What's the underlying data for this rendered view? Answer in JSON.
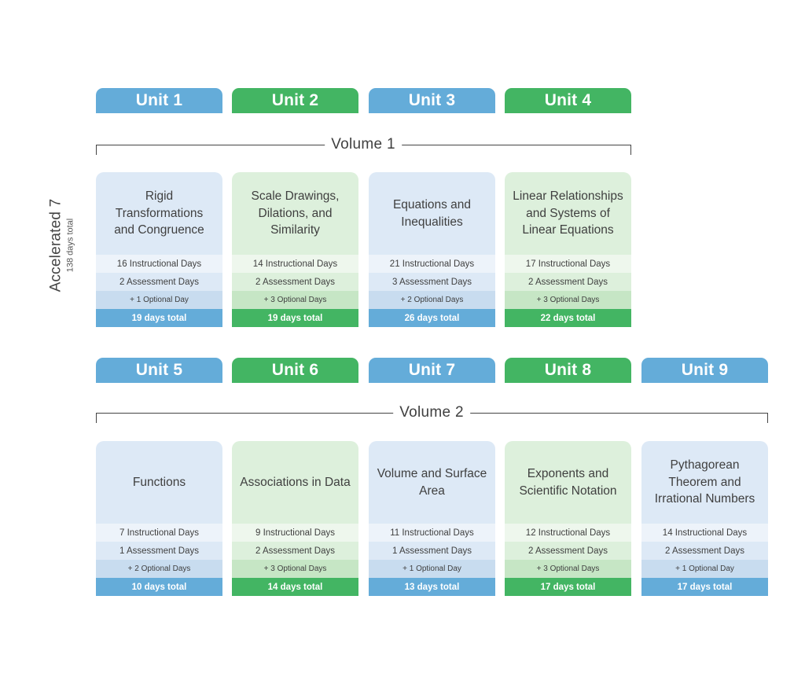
{
  "course": {
    "title": "Accelerated 7",
    "subtitle": "138 days total"
  },
  "volumes": [
    {
      "label": "Volume 1",
      "units": [
        {
          "tab": "Unit 1",
          "color": "blue",
          "title": "Rigid Transformations and Congruence",
          "instructional": "16 Instructional Days",
          "assessment": "2 Assessment Days",
          "optional": "+ 1 Optional Day",
          "total": "19 days total"
        },
        {
          "tab": "Unit 2",
          "color": "green",
          "title": "Scale Drawings, Dilations, and Similarity",
          "instructional": "14 Instructional Days",
          "assessment": "2 Assessment Days",
          "optional": "+ 3 Optional Days",
          "total": "19 days total"
        },
        {
          "tab": "Unit 3",
          "color": "blue",
          "title": "Equations and Inequalities",
          "instructional": "21 Instructional Days",
          "assessment": "3 Assessment Days",
          "optional": "+ 2 Optional Days",
          "total": "26 days total"
        },
        {
          "tab": "Unit 4",
          "color": "green",
          "title": "Linear Relationships and Systems of Linear Equations",
          "instructional": "17 Instructional Days",
          "assessment": "2 Assessment Days",
          "optional": "+ 3 Optional Days",
          "total": "22 days total"
        }
      ]
    },
    {
      "label": "Volume 2",
      "units": [
        {
          "tab": "Unit 5",
          "color": "blue",
          "title": "Functions",
          "instructional": "7 Instructional Days",
          "assessment": "1 Assessment Days",
          "optional": "+ 2 Optional Days",
          "total": "10 days total"
        },
        {
          "tab": "Unit 6",
          "color": "green",
          "title": "Associations in Data",
          "instructional": "9 Instructional Days",
          "assessment": "2 Assessment Days",
          "optional": "+ 3 Optional Days",
          "total": "14 days total"
        },
        {
          "tab": "Unit 7",
          "color": "blue",
          "title": "Volume and Surface Area",
          "instructional": "11 Instructional Days",
          "assessment": "1 Assessment Days",
          "optional": "+ 1 Optional Day",
          "total": "13 days total"
        },
        {
          "tab": "Unit 8",
          "color": "green",
          "title": "Exponents and Scientific Notation",
          "instructional": "12 Instructional Days",
          "assessment": "2 Assessment Days",
          "optional": "+ 3 Optional Days",
          "total": "17 days total"
        },
        {
          "tab": "Unit 9",
          "color": "blue",
          "title": "Pythagorean Theorem and Irrational Numbers",
          "instructional": "14 Instructional Days",
          "assessment": "2 Assessment Days",
          "optional": "+ 1 Optional Day",
          "total": "17 days total"
        }
      ]
    }
  ],
  "colors": {
    "blue": "#64acd9",
    "green": "#43b563"
  }
}
